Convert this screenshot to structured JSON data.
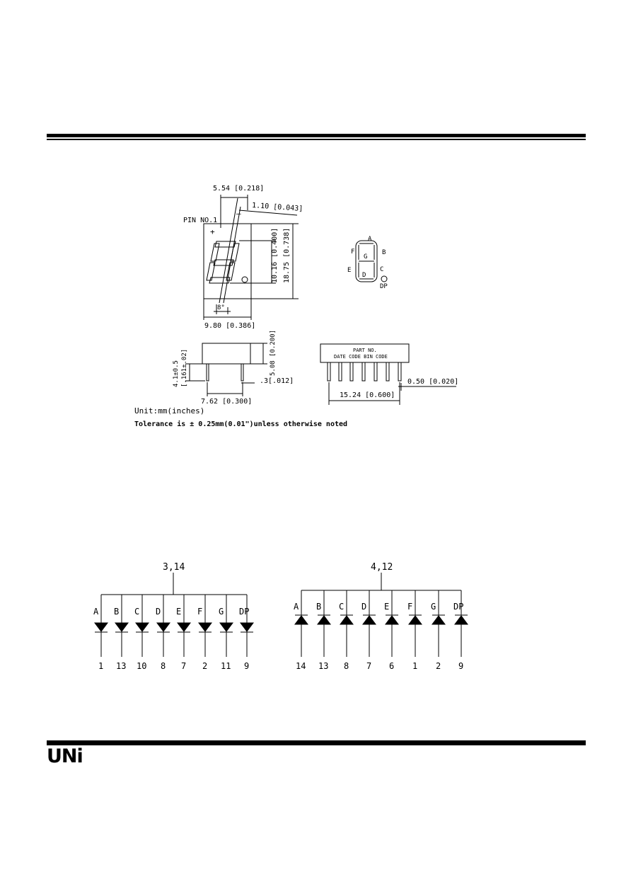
{
  "drawing": {
    "pin_label": "PIN NO.1",
    "plus": "+",
    "minus": "–",
    "dim_width_top": "5.54 [0.218]",
    "dim_offset": "1.10 [0.043]",
    "dim_digit_height": "10.16 [0.400]",
    "dim_body_height": "18.75 [0.738]",
    "dim_slant": "8°",
    "dim_body_width": "9.80 [0.386]",
    "dim_side_height": "5.08 [0.200]",
    "dim_pin_len_mm": "4.1±0.5",
    "dim_pin_len_in": "[.161±.02]",
    "dim_pin_thick": ".3[.012]",
    "dim_row_spacing": "7.62 [0.300]",
    "label_part_no": "PART NO.",
    "label_codes": "DATE CODE BIN CODE",
    "dim_pin_width": "0.50 [0.020]",
    "dim_pin_span": "15.24 [0.600]",
    "units": "Unit:mm(inches)",
    "tolerance": "Tolerance is ± 0.25mm(0.01\")unless otherwise noted",
    "segment_labels": {
      "a": "A",
      "b": "B",
      "c": "C",
      "d": "D",
      "e": "E",
      "f": "F",
      "g": "G",
      "dp": "DP"
    }
  },
  "circuits": [
    {
      "common": "3,14",
      "type": "cathode",
      "segments": [
        "A",
        "B",
        "C",
        "D",
        "E",
        "F",
        "G",
        "DP"
      ],
      "pins": [
        "1",
        "13",
        "10",
        "8",
        "7",
        "2",
        "11",
        "9"
      ]
    },
    {
      "common": "4,12",
      "type": "anode",
      "segments": [
        "A",
        "B",
        "C",
        "D",
        "E",
        "F",
        "G",
        "DP"
      ],
      "pins": [
        "14",
        "13",
        "8",
        "7",
        "6",
        "1",
        "2",
        "9"
      ]
    }
  ],
  "footer": {
    "logo": "UNi"
  }
}
